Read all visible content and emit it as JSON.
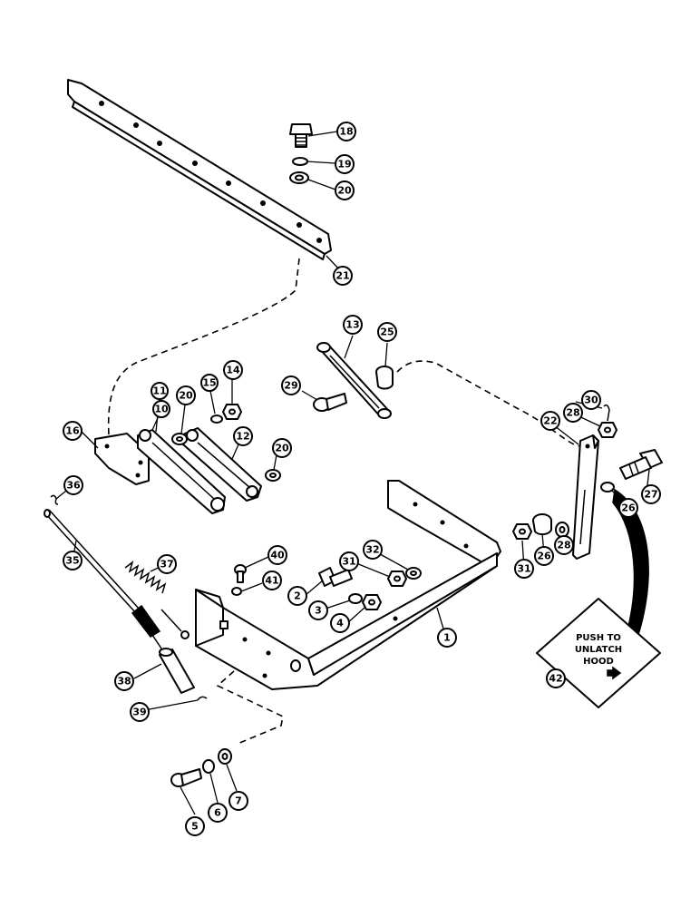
{
  "callouts": [
    {
      "id": "c1",
      "label": "1"
    },
    {
      "id": "c2",
      "label": "2"
    },
    {
      "id": "c3",
      "label": "3"
    },
    {
      "id": "c4",
      "label": "4"
    },
    {
      "id": "c5",
      "label": "5"
    },
    {
      "id": "c6",
      "label": "6"
    },
    {
      "id": "c7",
      "label": "7"
    },
    {
      "id": "c10",
      "label": "10"
    },
    {
      "id": "c11",
      "label": "11"
    },
    {
      "id": "c12",
      "label": "12"
    },
    {
      "id": "c13",
      "label": "13"
    },
    {
      "id": "c14",
      "label": "14"
    },
    {
      "id": "c15",
      "label": "15"
    },
    {
      "id": "c16",
      "label": "16"
    },
    {
      "id": "c18",
      "label": "18"
    },
    {
      "id": "c19",
      "label": "19"
    },
    {
      "id": "c20a",
      "label": "20"
    },
    {
      "id": "c20b",
      "label": "20"
    },
    {
      "id": "c20c",
      "label": "20"
    },
    {
      "id": "c21",
      "label": "21"
    },
    {
      "id": "c22",
      "label": "22"
    },
    {
      "id": "c25",
      "label": "25"
    },
    {
      "id": "c26a",
      "label": "26"
    },
    {
      "id": "c26b",
      "label": "26"
    },
    {
      "id": "c27",
      "label": "27"
    },
    {
      "id": "c28a",
      "label": "28"
    },
    {
      "id": "c28b",
      "label": "28"
    },
    {
      "id": "c29",
      "label": "29"
    },
    {
      "id": "c30",
      "label": "30"
    },
    {
      "id": "c31a",
      "label": "31"
    },
    {
      "id": "c31b",
      "label": "31"
    },
    {
      "id": "c32",
      "label": "32"
    },
    {
      "id": "c35",
      "label": "35"
    },
    {
      "id": "c36",
      "label": "36"
    },
    {
      "id": "c37",
      "label": "37"
    },
    {
      "id": "c38",
      "label": "38"
    },
    {
      "id": "c39",
      "label": "39"
    },
    {
      "id": "c40",
      "label": "40"
    },
    {
      "id": "c41",
      "label": "41"
    },
    {
      "id": "c42",
      "label": "42"
    }
  ],
  "decal": {
    "line1": "PUSH TO",
    "line2": "UNLATCH",
    "line3": "HOOD"
  }
}
